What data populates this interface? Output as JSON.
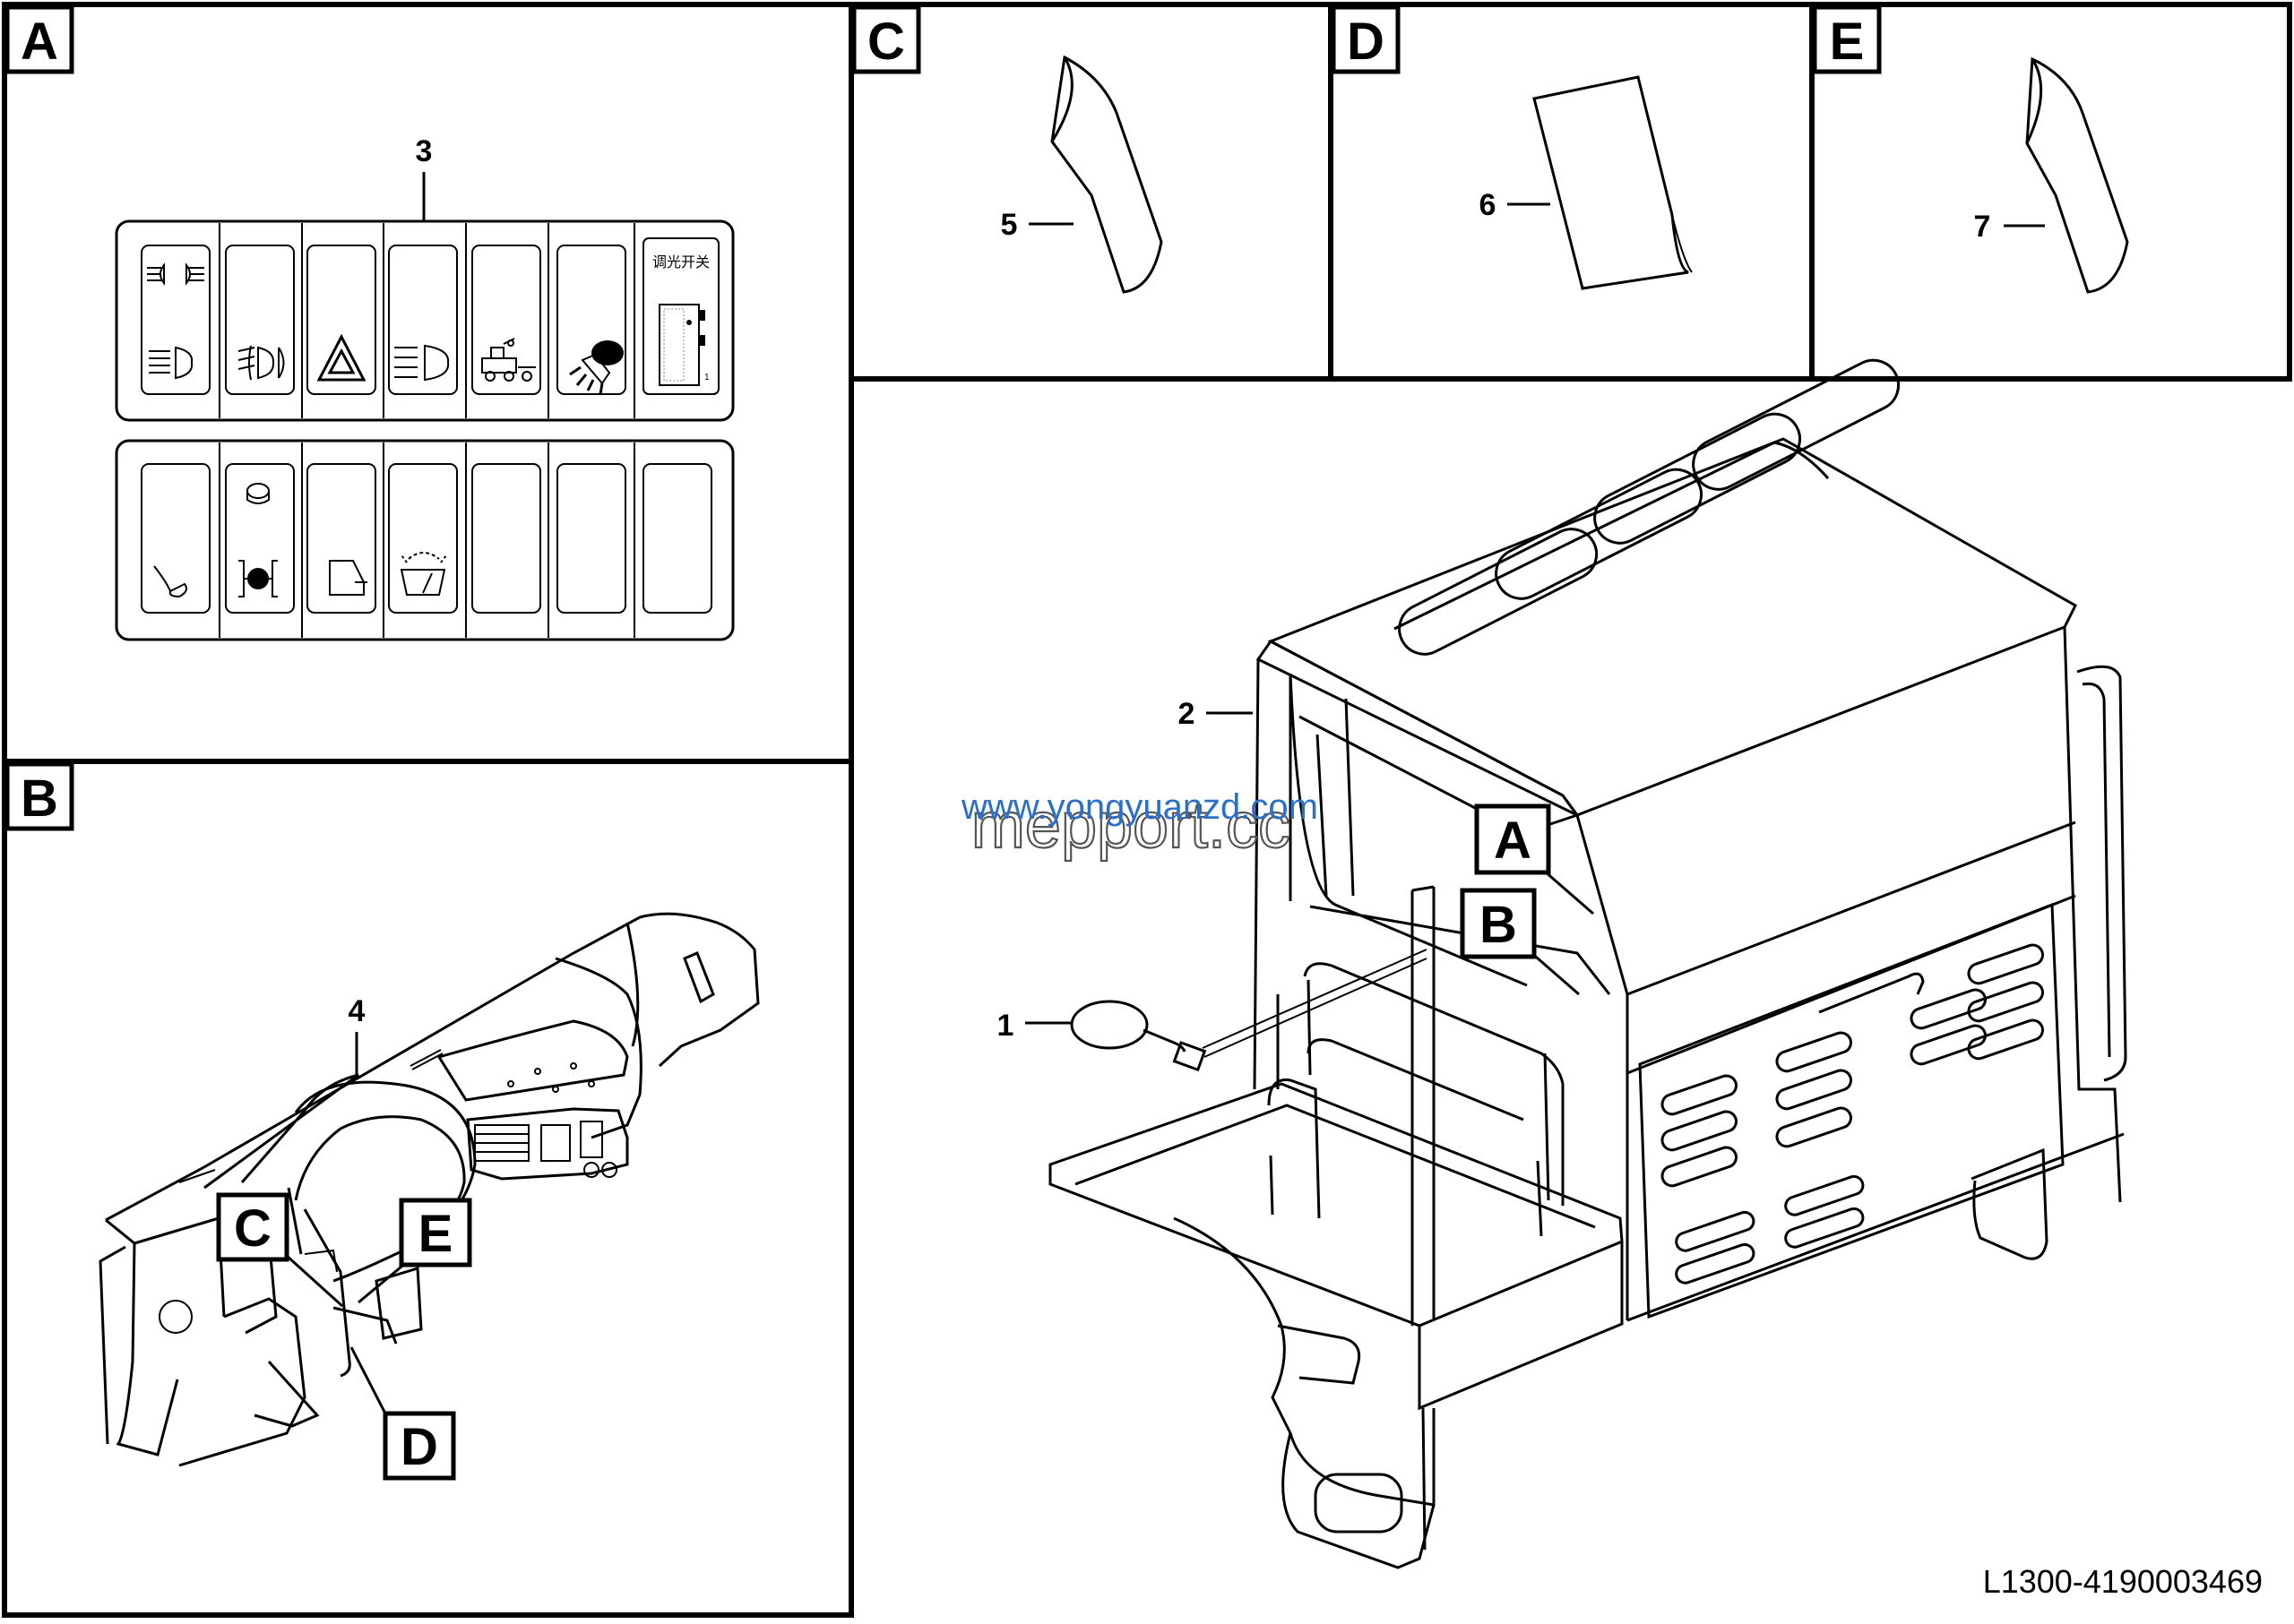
{
  "panels": {
    "a": "A",
    "b": "B",
    "c": "C",
    "d": "D",
    "e": "E"
  },
  "callouts": {
    "a": "A",
    "b": "B",
    "c": "C",
    "d": "D",
    "e": "E"
  },
  "parts": {
    "p1": "1",
    "p2": "2",
    "p3": "3",
    "p4": "4",
    "p5": "5",
    "p6": "6",
    "p7": "7"
  },
  "switch_text": "调光开关",
  "watermark": {
    "line1": "www.yongyuanzd.com",
    "line2": "mepport.cc"
  },
  "drawing_code": "L1300-4190003469",
  "icons": {
    "row1": [
      "headlight-beam-icon",
      "fog-light-icon",
      "hazard-triangle-icon",
      "low-beam-icon",
      "truck-lift-icon",
      "work-lamp-icon",
      "dimmer-switch-icon"
    ],
    "row2": [
      "horn-icon",
      "differential-lock-icon",
      "window-icon",
      "windshield-washer-icon",
      "blank-icon",
      "blank-icon",
      "blank-icon"
    ]
  }
}
